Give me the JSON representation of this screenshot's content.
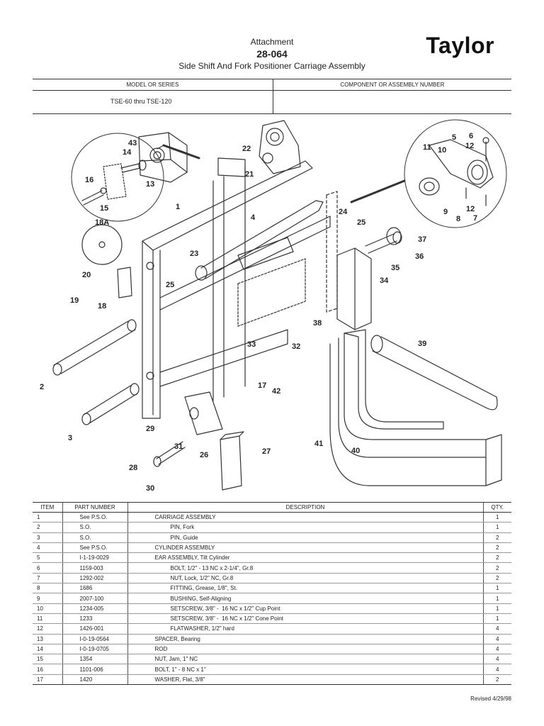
{
  "header": {
    "attachment_label": "Attachment",
    "doc_number": "28-064",
    "subtitle": "Side Shift And Fork Positioner Carriage Assembly",
    "brand": "Taylor"
  },
  "model_table": {
    "col1_header": "MODEL OR SERIES",
    "col2_header": "COMPONENT OR ASSEMBLY NUMBER",
    "model_value": "TSE-60 thru TSE-120",
    "assembly_value": ""
  },
  "diagram": {
    "callouts": [
      "43",
      "14",
      "13",
      "16",
      "15",
      "18A",
      "20",
      "19",
      "18",
      "1",
      "2",
      "3",
      "22",
      "21",
      "4",
      "23",
      "25",
      "24",
      "25",
      "11",
      "10",
      "5",
      "6",
      "12",
      "9",
      "8",
      "12",
      "7",
      "37",
      "36",
      "35",
      "34",
      "38",
      "33",
      "32",
      "39",
      "17",
      "42",
      "29",
      "31",
      "28",
      "30",
      "26",
      "27",
      "41",
      "40"
    ]
  },
  "parts_table": {
    "headers": [
      "ITEM",
      "PART NUMBER",
      "DESCRIPTION",
      "QTY."
    ],
    "rows": [
      {
        "item": "1",
        "part": "See P.S.O.",
        "desc": "CARRIAGE ASSEMBLY",
        "qty": "1",
        "sub": false
      },
      {
        "item": "2",
        "part": "S.O.",
        "desc": "PIN, Fork",
        "qty": "1",
        "sub": true
      },
      {
        "item": "3",
        "part": "S.O.",
        "desc": "PIN, Guide",
        "qty": "2",
        "sub": true
      },
      {
        "item": "4",
        "part": "See P.S.O.",
        "desc": "CYLINDER ASSEMBLY",
        "qty": "2",
        "sub": false
      },
      {
        "item": "5",
        "part": "I-1-19-0029",
        "desc": "EAR ASSEMBLY, Tilt Cylinder",
        "qty": "2",
        "sub": false
      },
      {
        "item": "6",
        "part": "1159-003",
        "desc": "BOLT, 1/2\" - 13 NC x 2-1/4\", Gr.8",
        "qty": "2",
        "sub": true
      },
      {
        "item": "7",
        "part": "1292-002",
        "desc": "NUT, Lock, 1/2\" NC, Gr.8",
        "qty": "2",
        "sub": true
      },
      {
        "item": "8",
        "part": "1686",
        "desc": "FITTING, Grease, 1/8\", St.",
        "qty": "1",
        "sub": true
      },
      {
        "item": "9",
        "part": "2007-100",
        "desc": "BUSHING, Self-Aligning",
        "qty": "1",
        "sub": true
      },
      {
        "item": "10",
        "part": "1234-005",
        "desc": "SETSCREW, 3/8\" -  16 NC x 1/2\" Cup Point",
        "qty": "1",
        "sub": true
      },
      {
        "item": "11",
        "part": "1233",
        "desc": "SETSCREW, 3/8\" -  16 NC x 1/2\" Cone Point",
        "qty": "1",
        "sub": true
      },
      {
        "item": "12",
        "part": "1426-001",
        "desc": "FLATWASHER, 1/2\" hard",
        "qty": "4",
        "sub": true
      },
      {
        "item": "13",
        "part": "I-0-19-0564",
        "desc": "SPACER, Bearing",
        "qty": "4",
        "sub": false
      },
      {
        "item": "14",
        "part": "I-0-19-0705",
        "desc": "ROD",
        "qty": "4",
        "sub": false
      },
      {
        "item": "15",
        "part": "1354",
        "desc": "NUT, Jam, 1\" NC",
        "qty": "4",
        "sub": false
      },
      {
        "item": "16",
        "part": "1101-006",
        "desc": "BOLT, 1\" - 8 NC x 1\"",
        "qty": "4",
        "sub": false
      },
      {
        "item": "17",
        "part": "1420",
        "desc": "WASHER, Flat, 3/8\"",
        "qty": "2",
        "sub": false
      }
    ]
  },
  "footer": {
    "revised": "Revised 4/29/98"
  }
}
